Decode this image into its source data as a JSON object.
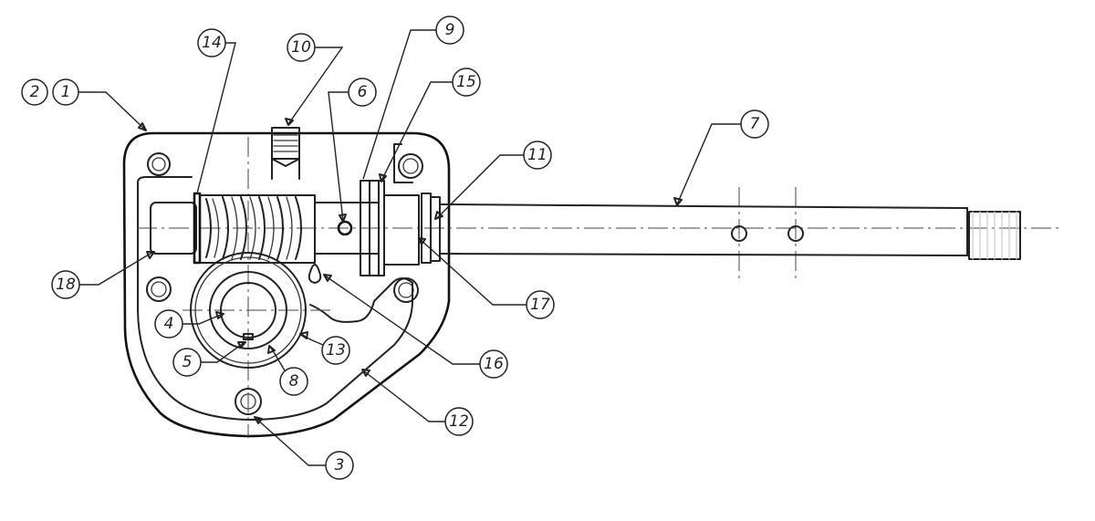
{
  "callouts": [
    {
      "id": "c2",
      "label": "2"
    },
    {
      "id": "c1",
      "label": "1"
    },
    {
      "id": "c14",
      "label": "14"
    },
    {
      "id": "c10",
      "label": "10"
    },
    {
      "id": "c6",
      "label": "6"
    },
    {
      "id": "c9",
      "label": "9"
    },
    {
      "id": "c15",
      "label": "15"
    },
    {
      "id": "c7",
      "label": "7"
    },
    {
      "id": "c11",
      "label": "11"
    },
    {
      "id": "c18",
      "label": "18"
    },
    {
      "id": "c4",
      "label": "4"
    },
    {
      "id": "c5",
      "label": "5"
    },
    {
      "id": "c8",
      "label": "8"
    },
    {
      "id": "c13",
      "label": "13"
    },
    {
      "id": "c16",
      "label": "16"
    },
    {
      "id": "c17",
      "label": "17"
    },
    {
      "id": "c12",
      "label": "12"
    },
    {
      "id": "c3",
      "label": "3"
    }
  ]
}
